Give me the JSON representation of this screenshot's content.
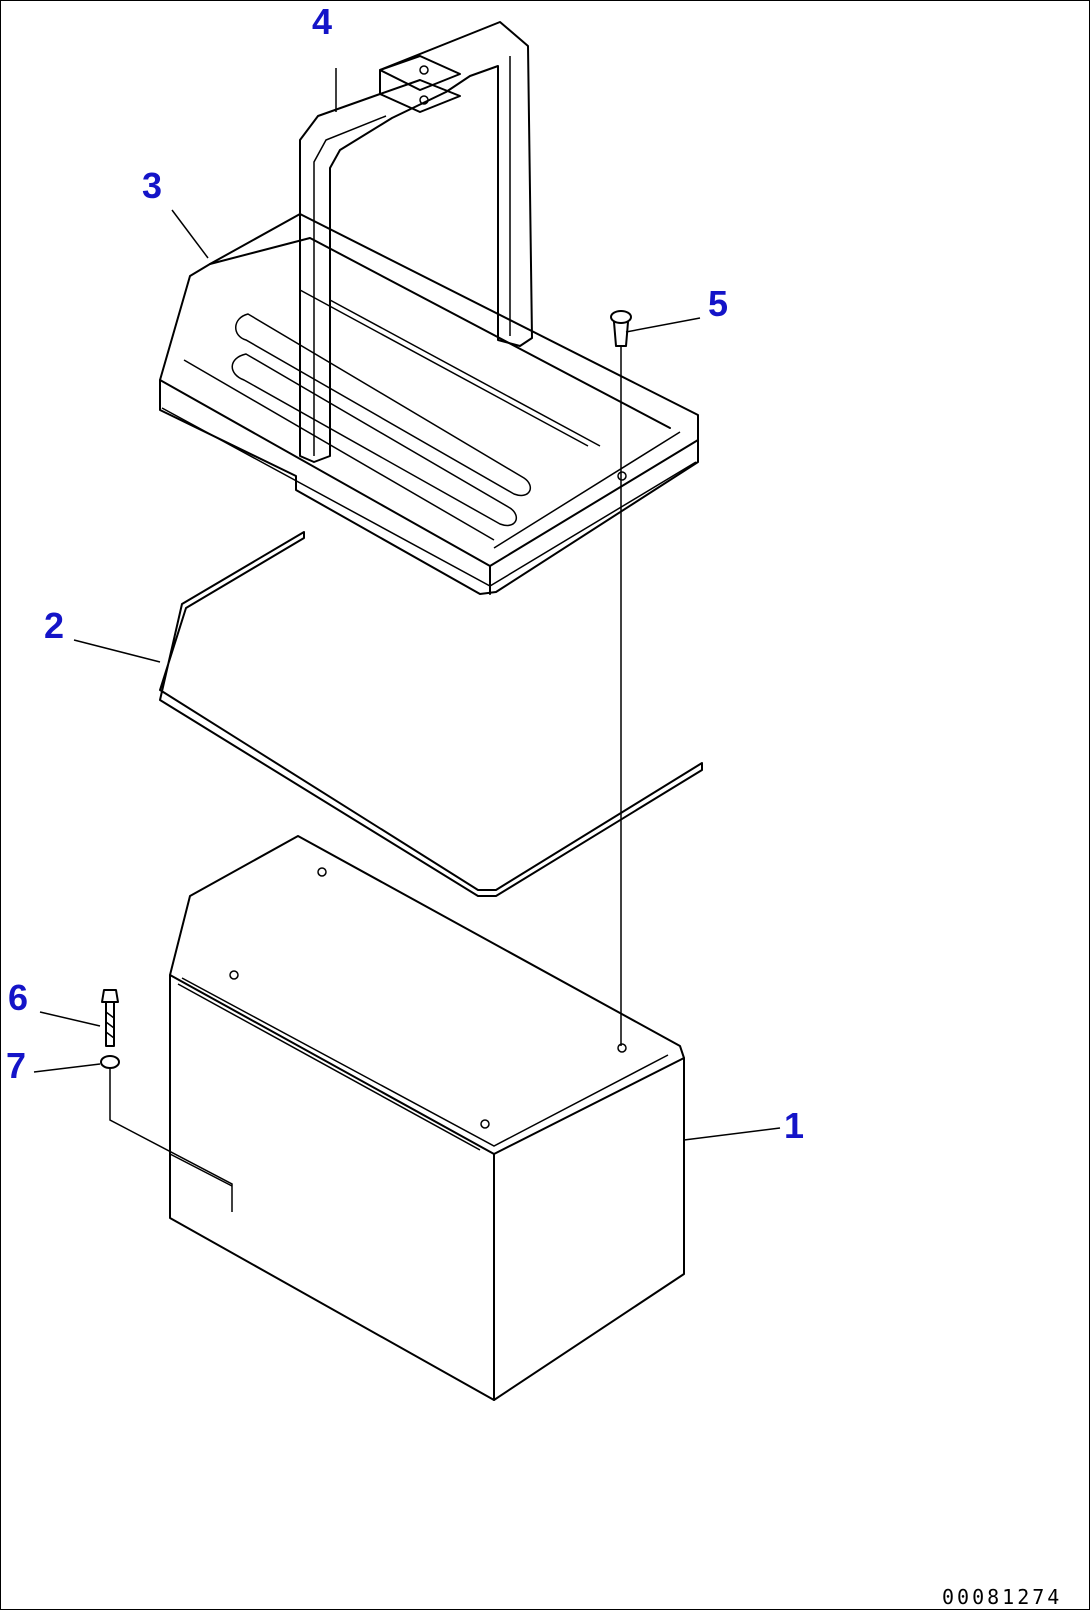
{
  "callout_color": "#1414c8",
  "callouts": [
    {
      "id": "1",
      "label": "1"
    },
    {
      "id": "2",
      "label": "2"
    },
    {
      "id": "3",
      "label": "3"
    },
    {
      "id": "4",
      "label": "4"
    },
    {
      "id": "5",
      "label": "5"
    },
    {
      "id": "6",
      "label": "6"
    },
    {
      "id": "7",
      "label": "7"
    }
  ],
  "drawing_number": "00081274"
}
